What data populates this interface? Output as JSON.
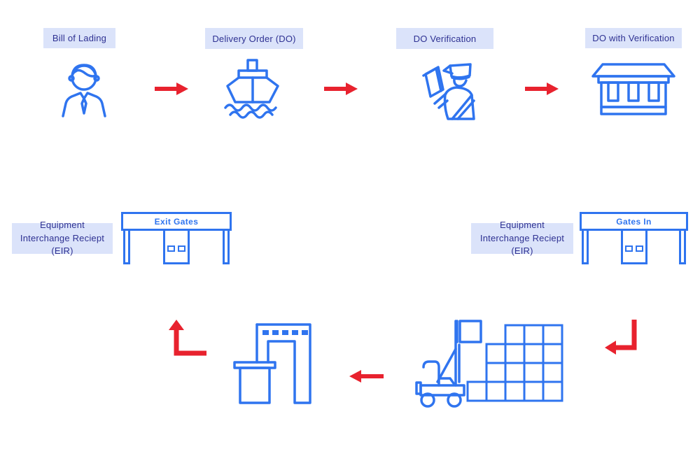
{
  "colors": {
    "icon_blue": "#2f74ef",
    "label_bg": "#dbe3fa",
    "label_text": "#2e3192",
    "arrow_red": "#e8222e",
    "background": "#ffffff"
  },
  "top_flow": {
    "steps": [
      {
        "label": "Bill of Lading",
        "icon": "consignee-person-icon"
      },
      {
        "label": "Delivery Order (DO)",
        "icon": "cargo-ship-icon"
      },
      {
        "label": "DO Verification",
        "icon": "customs-officer-icon"
      },
      {
        "label": "DO with Verification",
        "icon": "port-authority-building-icon"
      }
    ]
  },
  "eir_labels": [
    {
      "text": "Equipment Interchange Reciept (EIR)"
    },
    {
      "text": "Equipment Interchange Reciept (EIR)"
    }
  ],
  "gates": {
    "exit": {
      "title": "Exit Gates"
    },
    "entry": {
      "title": "Gates In"
    }
  },
  "bottom_icons": {
    "scanner": "container-scanner-gate-icon",
    "yard": "reach-stacker-container-yard-icon"
  }
}
